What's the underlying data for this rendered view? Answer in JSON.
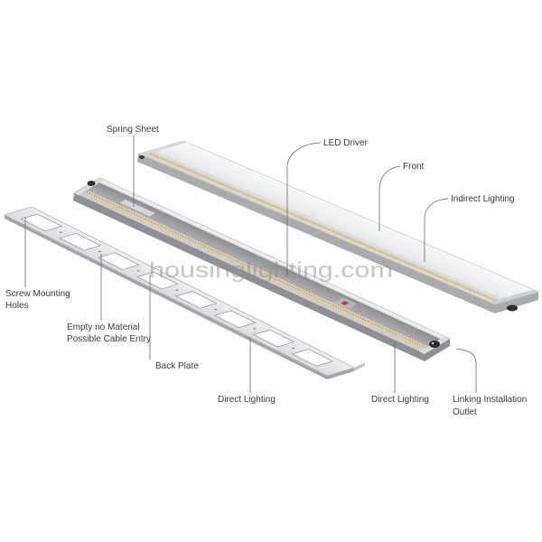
{
  "labels": {
    "spring_sheet": "Spring Sheet",
    "led_driver": "LED Driver",
    "front": "Front",
    "indirect_lighting": "Indirect Lighting",
    "screw_mounting_holes": [
      "Screw Mounting",
      "Holes"
    ],
    "empty_no_material": [
      "Empty no Material",
      "Possible Cable Entry"
    ],
    "back_plate": "Back Plate",
    "direct_lighting_left": "Direct Lighting",
    "direct_lighting_right": "Direct Lighting",
    "linking_installation_outlet": [
      "Linking Installation",
      "Outlet"
    ]
  },
  "watermark": "housinglighting.com",
  "colors": {
    "led_strip": "#e0cea4",
    "leader_line": "#6b6b6b",
    "label_text": "#3a3a3a",
    "watermark": "#8e8e8e"
  }
}
